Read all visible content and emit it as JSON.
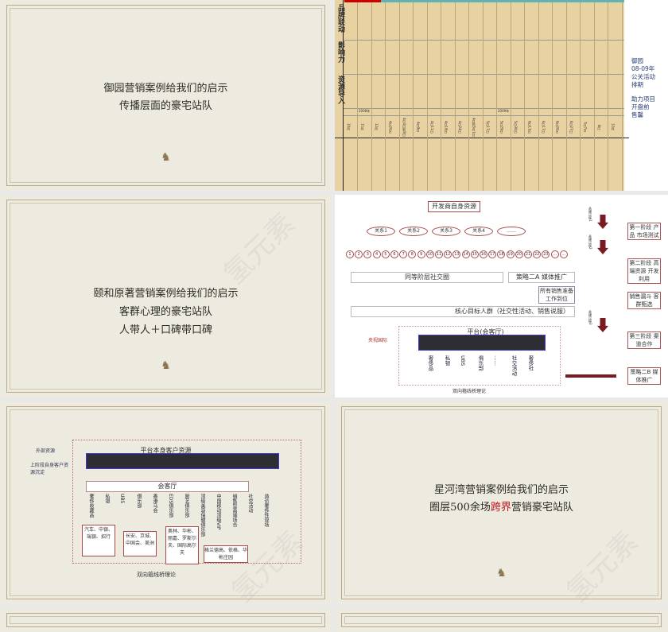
{
  "slides": [
    {
      "title_lines": [
        "御园营销案例给我们的启示",
        "传播层面的豪宅站队"
      ]
    },
    {
      "row_labels": [
        "品牌联动",
        "影响力",
        "资源导入"
      ],
      "years": [
        "2008年",
        "2009年"
      ],
      "dates": [
        "10月",
        "11月",
        "12月",
        "4月20日",
        "4月4日到9日",
        "4月9日",
        "4月11日",
        "4月18日",
        "4月24日",
        "4月到5月1日",
        "5月17日",
        "5月29日",
        "5月30日",
        "6月13日",
        "6月17日",
        "6月20日",
        "6月27日",
        "7月7日",
        "8月",
        "12月"
      ],
      "side_note_1": [
        "御园",
        "08-09年",
        "公关活动",
        "排期"
      ],
      "side_note_2": [
        "助力项目",
        "开盘前",
        "售馨"
      ]
    },
    {
      "title_lines": [
        "颐和原著营销案例给我们的启示",
        "客群心理的豪宅站队",
        "人带人＋口碑带口碑"
      ]
    },
    {
      "top": "开发商自身资源",
      "relations": [
        "关系1",
        "关系2",
        "关系3",
        "关系4",
        "……"
      ],
      "numbers": [
        "1",
        "2",
        "3",
        "4",
        "5",
        "6",
        "7",
        "8",
        "9",
        "10",
        "11",
        "12",
        "13",
        "14",
        "15",
        "16",
        "17",
        "18",
        "19",
        "20",
        "21",
        "22",
        "23",
        "…",
        "…"
      ],
      "peer_circle": "同等阶层社交圈",
      "strategy_2a": "策略二A 媒体推广",
      "sales_ready": "所有销售准备工作到位",
      "core": "核心目标人群（社交性活动、销售说服）",
      "partner": "央视国际",
      "platform": "平台(会客厅)",
      "platform_items": [
        "奢侈品",
        "私银",
        "UBS",
        "俱乐部",
        "……",
        "社交活动",
        "奢侈社"
      ],
      "caption": "双向箍线桥理论",
      "key_passes": [
        "关键过程1",
        "关键过程2",
        "关键过程3"
      ],
      "stages": [
        "第一阶段 产品 市场测试",
        "第二阶段 高端资源 开发利用",
        "销售漏斗 客群甄选",
        "第三阶段 渠道合作",
        "策略二B 媒体推广"
      ]
    },
    {
      "external": "外部资源",
      "stage_customers": "上阶段自身客户资源沉淀",
      "platform": "平台本身客户资源",
      "lounge": "会客厅",
      "items": [
        "奢侈收藏品",
        "私银",
        "UBS",
        "俱乐部",
        "香港马会",
        "EDS俱乐部",
        "厨艺俱乐部",
        "顶级美容保健俱乐部",
        "中国移动顶级VIP",
        "销售型高端场合",
        "社交活动",
        "造访奢侈性现场"
      ],
      "sub_boxes": [
        "汽车、中银、瑞银、招行",
        "长安、京城、中国会、美洲",
        "奥林、华彬、丽嘉、罗斯尔夫、国际高尔夫",
        "格兰德高、依格、华彬庄园"
      ],
      "caption": "双向箍线桥理论"
    },
    {
      "title_line1": "星河湾营销案例给我们的启示",
      "title_line2_pre": "圈层500余场",
      "title_line2_accent": "跨界",
      "title_line2_post": "营销豪宅站队"
    }
  ],
  "watermark": "氢元素",
  "colors": {
    "slide_bg": "#edebdf",
    "accent": "#c0131b",
    "table_bg": "#e8d2a2",
    "dark_bar": "#2e2d33"
  }
}
